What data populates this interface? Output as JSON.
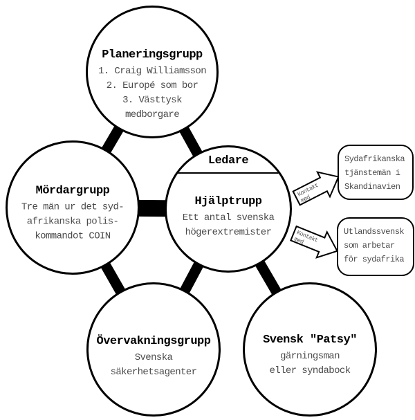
{
  "diagram": {
    "nodes": {
      "planeringsgrupp": {
        "title": "Planeringsgrupp",
        "lines": [
          "1. Craig Williamsson",
          "2. Europé som bor",
          "3. Västtysk",
          "medborgare"
        ]
      },
      "mordargrupp": {
        "title": "Mördargrupp",
        "lines": [
          "Tre män ur det syd-",
          "afrikanska polis-",
          "kommandot COIN"
        ]
      },
      "hjalptrupp": {
        "ledare_label": "Ledare",
        "title": "Hjälptrupp",
        "lines": [
          "Ett antal svenska",
          "högerextremister"
        ]
      },
      "overvakningsgrupp": {
        "title": "Övervakningsgrupp",
        "lines": [
          "Svenska",
          "säkerhetsagenter"
        ]
      },
      "svensk_patsy": {
        "title": "Svensk \"Patsy\"",
        "lines": [
          "gärningsman",
          "eller syndabock"
        ]
      }
    },
    "side_boxes": [
      {
        "lines": [
          "Sydafrikanska",
          "tjänstemän i",
          "Skandinavien"
        ]
      },
      {
        "lines": [
          "Utlandssvensk",
          "som arbetar",
          "för sydafrika"
        ]
      }
    ],
    "arrows": [
      {
        "label_line1": "Kontakt",
        "label_line2": "med"
      },
      {
        "label_line1": "Kontakt",
        "label_line2": "med"
      }
    ],
    "colors": {
      "line": "#000000",
      "background": "#ffffff",
      "body_text": "#4a4a4a"
    }
  }
}
